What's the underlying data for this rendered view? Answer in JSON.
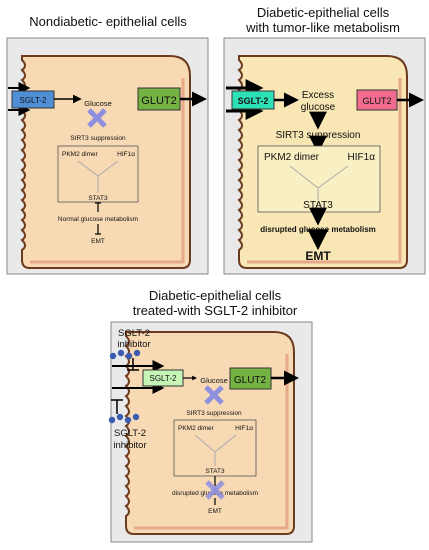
{
  "panels": {
    "nondiabetic": {
      "title": "Nondiabetic- epithelial cells",
      "sglt2": "SGLT-2",
      "glut2": "GLUT2",
      "glucose": "Glucose",
      "sirt3": "SIRT3 suppression",
      "pkm2": "PKM2 dimer",
      "hif1a": "HIF1α",
      "stat3": "STAT3",
      "metabolism": "Normal glucose metabolism",
      "emt": "EMT"
    },
    "diabetic": {
      "title_line1": "Diabetic-epithelial cells",
      "title_line2": "with tumor-like metabolism",
      "sglt2": "SGLT-2",
      "glut2": "GLUT2",
      "glucose_line1": "Excess",
      "glucose_line2": "glucose",
      "sirt3": "SIRT3 suppression",
      "pkm2": "PKM2 dimer",
      "hif1a": "HIF1α",
      "stat3": "STAT3",
      "metabolism": "disrupted glucose metabolism",
      "emt": "EMT"
    },
    "treated": {
      "title_line1": "Diabetic-epithelial cells",
      "title_line2": "treated-with SGLT-2 inhibitor",
      "inhibitor_top_line1": "SGLT-2",
      "inhibitor_top_line2": "inhibitor",
      "inhibitor_bottom_line1": "SGLT-2",
      "inhibitor_bottom_line2": "inhibitor",
      "sglt2": "SGLT-2",
      "glut2": "GLUT2",
      "glucose": "Glucose",
      "sirt3": "SIRT3 suppression",
      "pkm2": "PKM2 dimer",
      "hif1a": "HIF1α",
      "stat3": "STAT3",
      "metabolism": "disrupted glucose metabolism",
      "emt": "EMT"
    }
  },
  "colors": {
    "cell_fill": "#f7d9b4",
    "cell_stroke": "#6b3a1f",
    "cell_inner": "#f4c79a",
    "panel_bg": "#e9e9e9",
    "yellow_box": "#f8efc2",
    "sglt2_blue": "#4f8fd6",
    "sglt2_teal": "#2ee0b6",
    "sglt2_lightgreen": "#c7f5b8",
    "glut2_green": "#74b243",
    "glut2_pink": "#f06b8e",
    "block_x": "#8f8fe0",
    "dot_blue": "#3a5bb0"
  }
}
